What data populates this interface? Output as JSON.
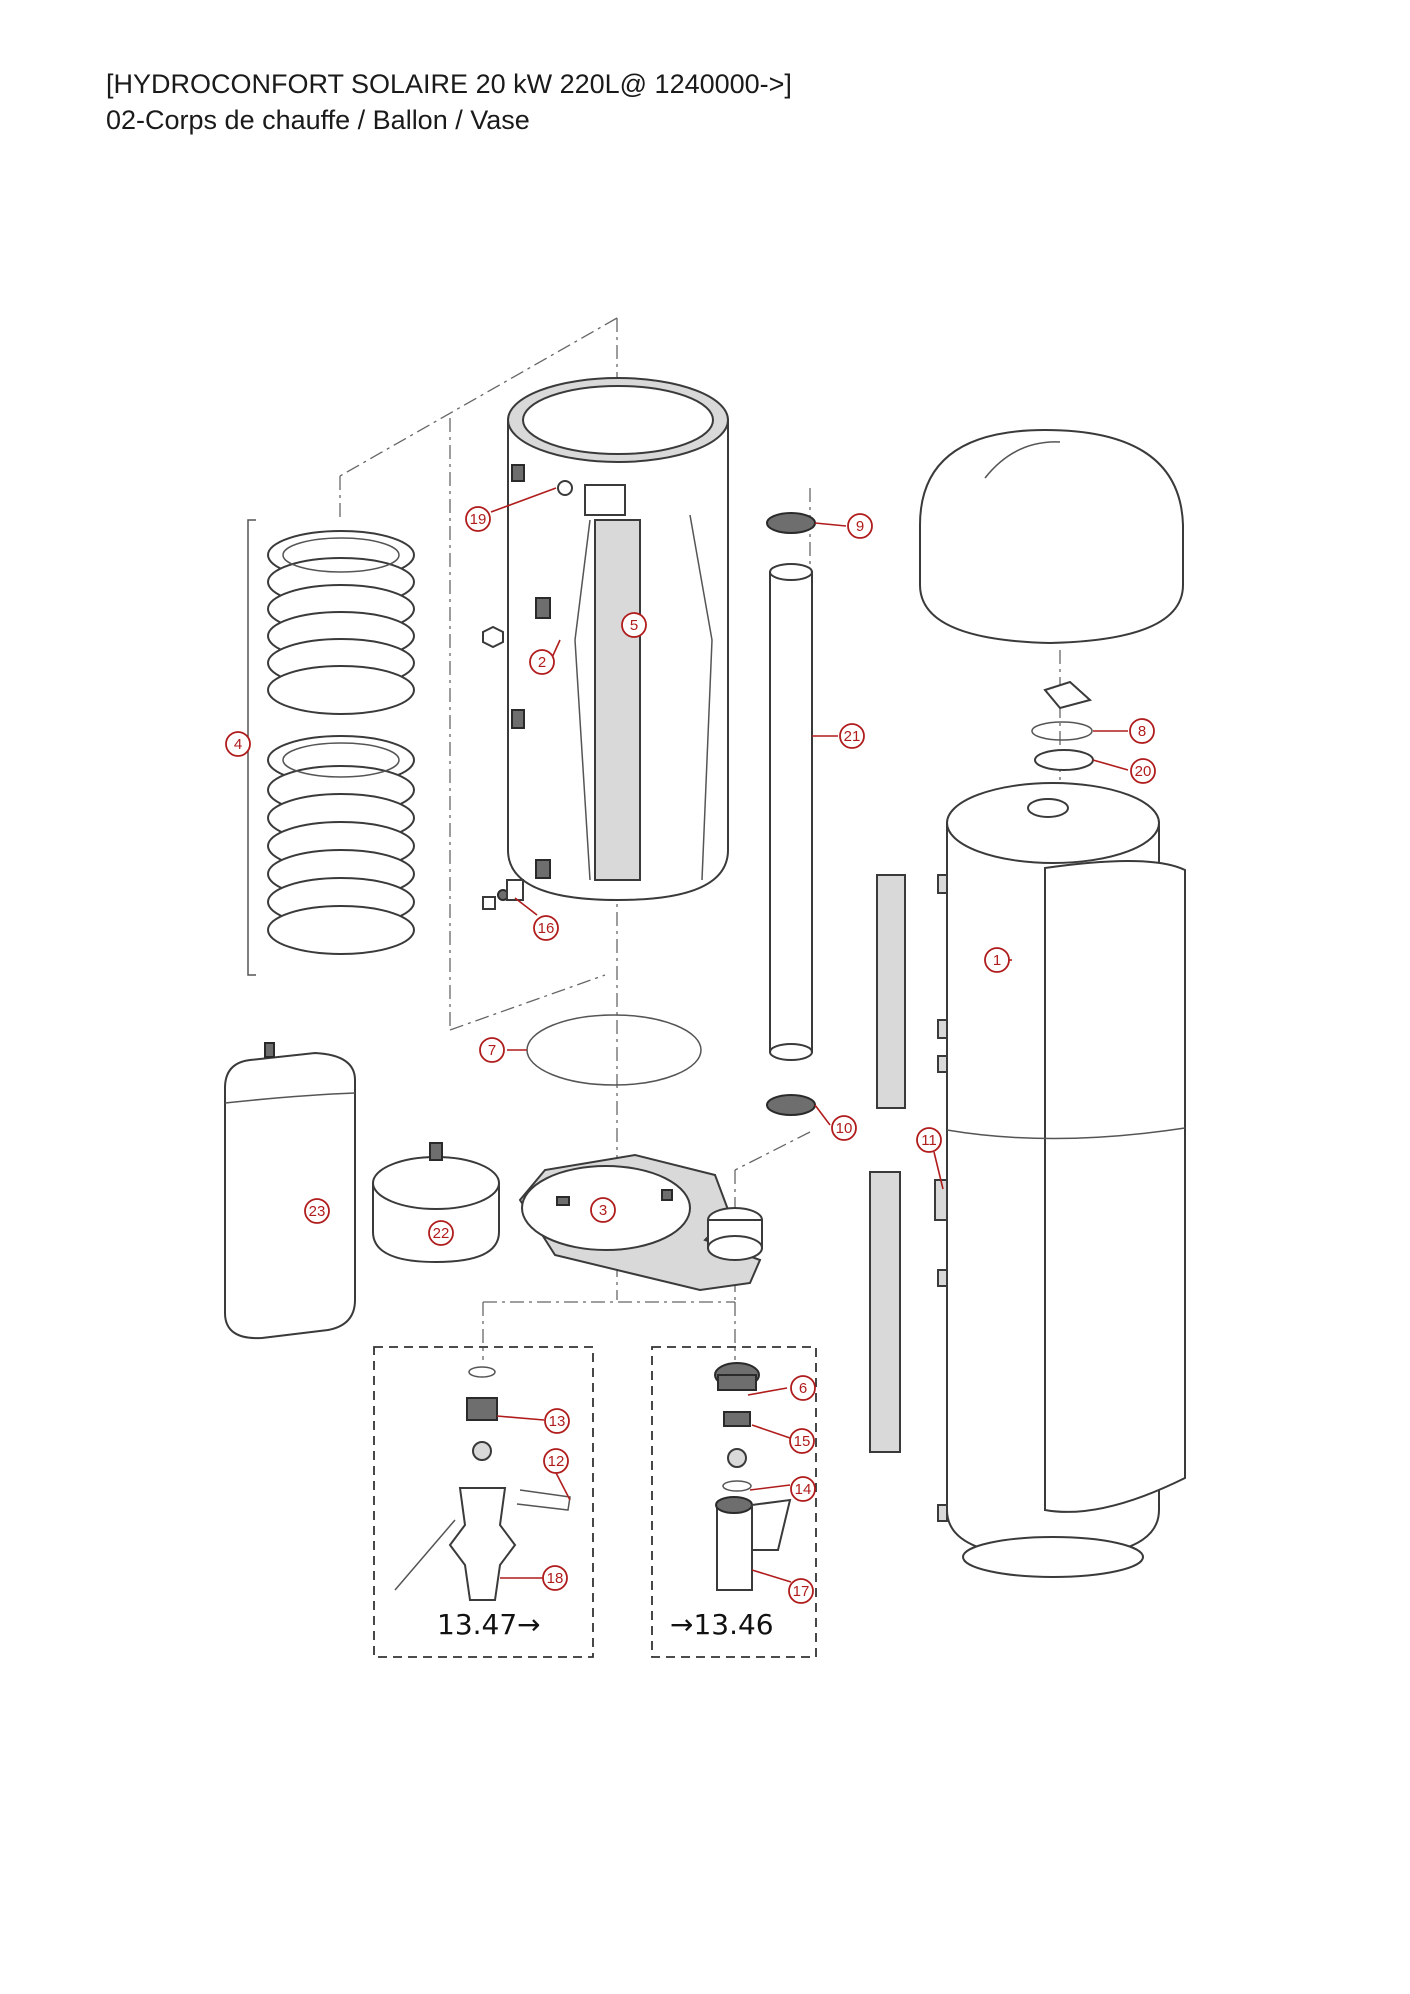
{
  "header": {
    "title": "[HYDROCONFORT SOLAIRE 20 kW 220L@ 1240000->]",
    "subtitle": "02-Corps de chauffe / Ballon / Vase"
  },
  "colors": {
    "callout": "#b01c1c",
    "line": "#3a3a3a",
    "fill_grey": "#d9d9d9"
  },
  "callouts": [
    {
      "id": "1",
      "label": "1"
    },
    {
      "id": "2",
      "label": "2"
    },
    {
      "id": "3",
      "label": "3"
    },
    {
      "id": "4",
      "label": "4"
    },
    {
      "id": "5",
      "label": "5"
    },
    {
      "id": "6",
      "label": "6"
    },
    {
      "id": "7",
      "label": "7"
    },
    {
      "id": "8",
      "label": "8"
    },
    {
      "id": "9",
      "label": "9"
    },
    {
      "id": "10",
      "label": "10"
    },
    {
      "id": "11",
      "label": "11"
    },
    {
      "id": "12",
      "label": "12"
    },
    {
      "id": "13",
      "label": "13"
    },
    {
      "id": "14",
      "label": "14"
    },
    {
      "id": "15",
      "label": "15"
    },
    {
      "id": "16",
      "label": "16"
    },
    {
      "id": "17",
      "label": "17"
    },
    {
      "id": "18",
      "label": "18"
    },
    {
      "id": "19",
      "label": "19"
    },
    {
      "id": "20",
      "label": "20"
    },
    {
      "id": "21",
      "label": "21"
    },
    {
      "id": "22",
      "label": "22"
    },
    {
      "id": "23",
      "label": "23"
    }
  ],
  "references": {
    "left_box": "13.47→",
    "right_box": "→13.46"
  }
}
